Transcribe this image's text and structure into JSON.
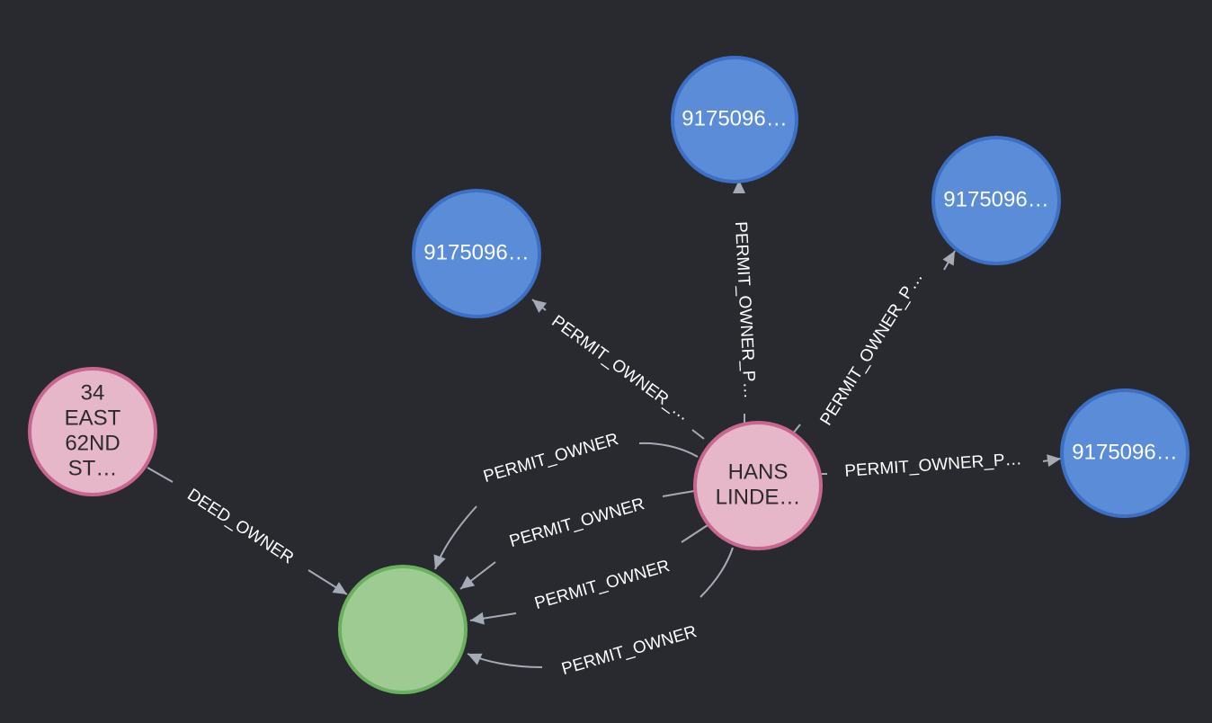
{
  "colors": {
    "background": "#292a30",
    "edge": "#a5abb6",
    "edge_label": "#ffffff",
    "permit_fill": "#5a8cd8",
    "permit_stroke": "#3d6fc4",
    "person_fill": "#e6b7c8",
    "person_stroke": "#c9668f",
    "address_fill": "#e6b7c8",
    "address_stroke": "#c9668f",
    "unlabeled_fill": "#9dcb92",
    "unlabeled_stroke": "#6bb05e"
  },
  "nodes": {
    "permit_top": {
      "lines": [
        "9175096…"
      ]
    },
    "permit_upper_right": {
      "lines": [
        "9175096…"
      ]
    },
    "permit_left": {
      "lines": [
        "9175096…"
      ]
    },
    "permit_right": {
      "lines": [
        "9175096…"
      ]
    },
    "owner": {
      "lines": [
        "HANS",
        "LINDE…"
      ]
    },
    "address": {
      "lines": [
        "34",
        "EAST",
        "62ND",
        "ST…"
      ]
    },
    "target": {
      "lines": []
    }
  },
  "edges": {
    "owner_to_permit_left": "PERMIT_OWNER_…",
    "owner_to_permit_top": "PERMIT_OWNER_P…",
    "owner_to_permit_upper_right": "PERMIT_OWNER_P…",
    "owner_to_permit_right": "PERMIT_OWNER_P…",
    "owner_to_target_1": "PERMIT_OWNER",
    "owner_to_target_2": "PERMIT_OWNER",
    "owner_to_target_3": "PERMIT_OWNER",
    "owner_to_target_4": "PERMIT_OWNER",
    "address_to_target": "DEED_OWNER"
  }
}
